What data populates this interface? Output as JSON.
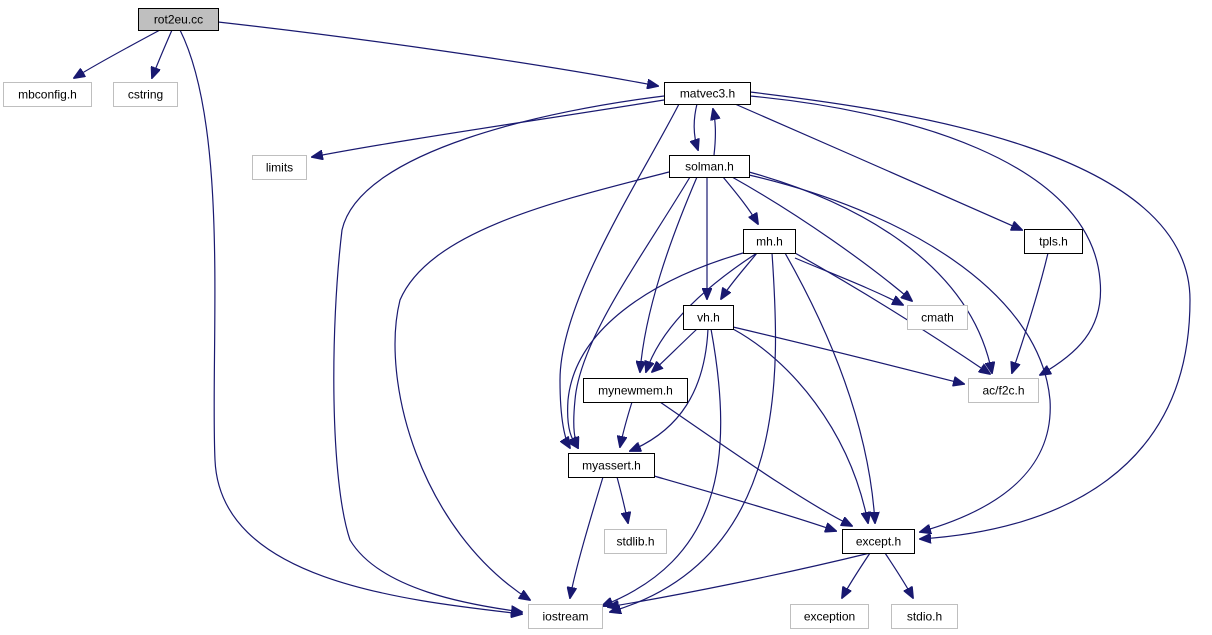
{
  "diagram": {
    "colors": {
      "edge": "#191970",
      "root_fill": "#bfbfbf",
      "local_border": "#000000",
      "system_border": "#bfbfbf",
      "background": "#ffffff"
    },
    "nodes": [
      {
        "id": "rot2eu-cc",
        "label": "rot2eu.cc",
        "kind": "root"
      },
      {
        "id": "mbconfig-h",
        "label": "mbconfig.h",
        "kind": "system"
      },
      {
        "id": "cstring",
        "label": "cstring",
        "kind": "system"
      },
      {
        "id": "matvec3-h",
        "label": "matvec3.h",
        "kind": "local"
      },
      {
        "id": "limits",
        "label": "limits",
        "kind": "system"
      },
      {
        "id": "solman-h",
        "label": "solman.h",
        "kind": "local"
      },
      {
        "id": "tpls-h",
        "label": "tpls.h",
        "kind": "local"
      },
      {
        "id": "mh-h",
        "label": "mh.h",
        "kind": "local"
      },
      {
        "id": "cmath",
        "label": "cmath",
        "kind": "system"
      },
      {
        "id": "vh-h",
        "label": "vh.h",
        "kind": "local"
      },
      {
        "id": "ac-f2c-h",
        "label": "ac/f2c.h",
        "kind": "system"
      },
      {
        "id": "mynewmem-h",
        "label": "mynewmem.h",
        "kind": "local"
      },
      {
        "id": "myassert-h",
        "label": "myassert.h",
        "kind": "local"
      },
      {
        "id": "stdlib-h",
        "label": "stdlib.h",
        "kind": "system"
      },
      {
        "id": "except-h",
        "label": "except.h",
        "kind": "local"
      },
      {
        "id": "iostream",
        "label": "iostream",
        "kind": "system"
      },
      {
        "id": "exception",
        "label": "exception",
        "kind": "system"
      },
      {
        "id": "stdio-h",
        "label": "stdio.h",
        "kind": "system"
      }
    ],
    "edges": [
      {
        "from": "rot2eu-cc",
        "to": "mbconfig-h"
      },
      {
        "from": "rot2eu-cc",
        "to": "cstring"
      },
      {
        "from": "rot2eu-cc",
        "to": "matvec3-h"
      },
      {
        "from": "rot2eu-cc",
        "to": "iostream"
      },
      {
        "from": "matvec3-h",
        "to": "limits"
      },
      {
        "from": "matvec3-h",
        "to": "solman-h"
      },
      {
        "from": "matvec3-h",
        "to": "tpls-h"
      },
      {
        "from": "matvec3-h",
        "to": "ac-f2c-h"
      },
      {
        "from": "matvec3-h",
        "to": "except-h"
      },
      {
        "from": "matvec3-h",
        "to": "iostream"
      },
      {
        "from": "matvec3-h",
        "to": "myassert-h"
      },
      {
        "from": "solman-h",
        "to": "matvec3-h"
      },
      {
        "from": "solman-h",
        "to": "mh-h"
      },
      {
        "from": "solman-h",
        "to": "vh-h"
      },
      {
        "from": "solman-h",
        "to": "cmath"
      },
      {
        "from": "solman-h",
        "to": "ac-f2c-h"
      },
      {
        "from": "solman-h",
        "to": "except-h"
      },
      {
        "from": "solman-h",
        "to": "mynewmem-h"
      },
      {
        "from": "solman-h",
        "to": "myassert-h"
      },
      {
        "from": "solman-h",
        "to": "iostream"
      },
      {
        "from": "tpls-h",
        "to": "ac-f2c-h"
      },
      {
        "from": "mh-h",
        "to": "vh-h"
      },
      {
        "from": "mh-h",
        "to": "cmath"
      },
      {
        "from": "mh-h",
        "to": "ac-f2c-h"
      },
      {
        "from": "mh-h",
        "to": "mynewmem-h"
      },
      {
        "from": "mh-h",
        "to": "myassert-h"
      },
      {
        "from": "mh-h",
        "to": "except-h"
      },
      {
        "from": "mh-h",
        "to": "iostream"
      },
      {
        "from": "vh-h",
        "to": "ac-f2c-h"
      },
      {
        "from": "vh-h",
        "to": "mynewmem-h"
      },
      {
        "from": "vh-h",
        "to": "myassert-h"
      },
      {
        "from": "vh-h",
        "to": "except-h"
      },
      {
        "from": "vh-h",
        "to": "iostream"
      },
      {
        "from": "mynewmem-h",
        "to": "myassert-h"
      },
      {
        "from": "mynewmem-h",
        "to": "except-h"
      },
      {
        "from": "myassert-h",
        "to": "stdlib-h"
      },
      {
        "from": "myassert-h",
        "to": "except-h"
      },
      {
        "from": "myassert-h",
        "to": "iostream"
      },
      {
        "from": "except-h",
        "to": "iostream"
      },
      {
        "from": "except-h",
        "to": "exception"
      },
      {
        "from": "except-h",
        "to": "stdio-h"
      }
    ]
  }
}
